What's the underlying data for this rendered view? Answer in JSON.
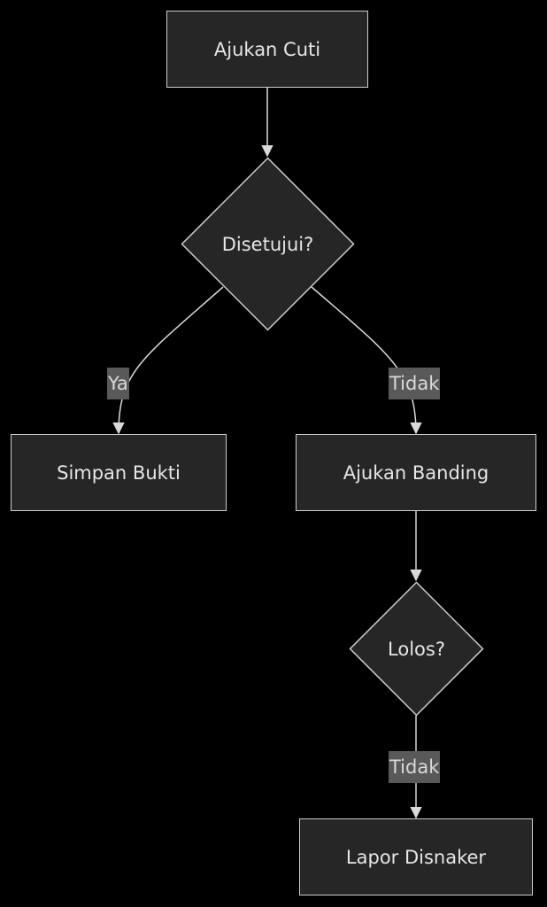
{
  "flowchart": {
    "nodes": {
      "ajukan_cuti": "Ajukan Cuti",
      "disetujui": "Disetujui?",
      "simpan_bukti": "Simpan Bukti",
      "ajukan_banding": "Ajukan Banding",
      "lolos": "Lolos?",
      "lapor_disnaker": "Lapor Disnaker"
    },
    "edges": [
      {
        "from": "Ajukan Cuti",
        "to": "Disetujui?",
        "label": ""
      },
      {
        "from": "Disetujui?",
        "to": "Simpan Bukti",
        "label": "Ya"
      },
      {
        "from": "Disetujui?",
        "to": "Ajukan Banding",
        "label": "Tidak"
      },
      {
        "from": "Ajukan Banding",
        "to": "Lolos?",
        "label": ""
      },
      {
        "from": "Lolos?",
        "to": "Lapor Disnaker",
        "label": "Tidak"
      }
    ]
  },
  "colors": {
    "background": "#000000",
    "node_fill": "#262626",
    "node_stroke": "#cfcfcf",
    "edge_stroke": "#d9d9d9",
    "label_bg": "#595959"
  }
}
